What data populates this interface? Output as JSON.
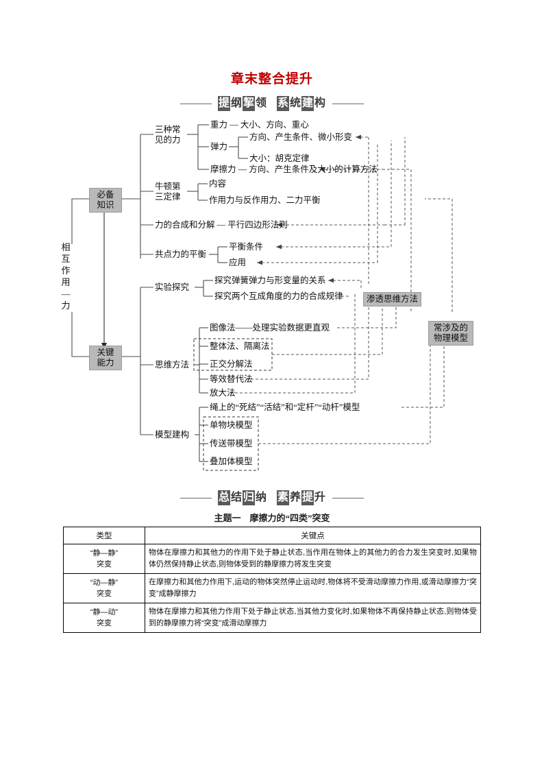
{
  "title": "章末整合提升",
  "banner1": {
    "words": [
      {
        "chars": [
          {
            "t": "提",
            "inv": true
          },
          {
            "t": "纲",
            "inv": false
          },
          {
            "t": "挈",
            "inv": true
          },
          {
            "t": "领",
            "inv": false
          }
        ]
      },
      {
        "chars": [
          {
            "t": "系",
            "inv": true
          },
          {
            "t": "统",
            "inv": false
          },
          {
            "t": "建",
            "inv": true
          },
          {
            "t": "构",
            "inv": false
          }
        ]
      }
    ]
  },
  "banner2": {
    "words": [
      {
        "chars": [
          {
            "t": "总",
            "inv": true
          },
          {
            "t": "结",
            "inv": false
          },
          {
            "t": "归",
            "inv": true
          },
          {
            "t": "纳",
            "inv": false
          }
        ]
      },
      {
        "chars": [
          {
            "t": "素",
            "inv": true
          },
          {
            "t": "养",
            "inv": false
          },
          {
            "t": "提",
            "inv": true
          },
          {
            "t": "升",
            "inv": false
          }
        ]
      }
    ]
  },
  "subtitle": "主题一　摩擦力的“四类”突变",
  "mindmap": {
    "spine_label": "相互作用—力",
    "chips": {
      "core_knowledge": "必备\n知识",
      "key_ability": "关键\n能力",
      "infuse_methods": "渗透思维方法",
      "common_models": "常涉及的\n物理模型"
    },
    "branches": {
      "three_forces": "三种常\n见的力",
      "gravity": "重力 — 大小、方向、重心",
      "elastic": "弹力",
      "elastic_a": "方向、产生条件、微小形变",
      "elastic_b": "大小：胡克定律",
      "friction": "摩擦力 — 方向、产生条件及大小的计算方法",
      "newton3": "牛顿第\n三定律",
      "newton3_a": "内容",
      "newton3_b": "作用力与反作用力、二力平衡",
      "compose": "力的合成和分解 — 平行四边形法则",
      "balance": "共点力的平衡",
      "balance_a": "平衡条件",
      "balance_b": "应用",
      "experiment": "实验探究",
      "experiment_a": "探究弹簧弹力与形变量的关系",
      "experiment_b": "探究两个互成角度的力的合成规律",
      "thinking": "思维方法",
      "thinking_a": "图像法——处理实验数据更直观",
      "thinking_b": "整体法、隔离法",
      "thinking_c": "正交分解法",
      "thinking_d": "等效替代法",
      "thinking_e": "放大法",
      "modeling": "模型建构",
      "modeling_a": "绳上的“死结”“活结”和“定杆”“动杆”模型",
      "modeling_b": "单物块模型",
      "modeling_c": "传送带模型",
      "modeling_d": "叠加体模型"
    }
  },
  "table": {
    "headers": [
      "类型",
      "关键点"
    ],
    "rows": [
      {
        "type": "“静—静”\n突变",
        "point": "物体在摩擦力和其他力的作用下处于静止状态,当作用在物体上的其他力的合力发生突变时,如果物体仍然保持静止状态,则物体受到的静摩擦力将发生突变"
      },
      {
        "type": "“动—静”\n突变",
        "point": "在摩擦力和其他力作用下,运动的物体突然停止运动时,物体将不受滑动摩擦力作用,或滑动摩擦力“突变”成静摩擦力"
      },
      {
        "type": "“静—动”\n突变",
        "point": "物体在摩擦力和其他力作用下处于静止状态,当其他力变化时,如果物体不再保持静止状态,则物体受到的静摩擦力将“突变”成滑动摩擦力"
      }
    ]
  }
}
